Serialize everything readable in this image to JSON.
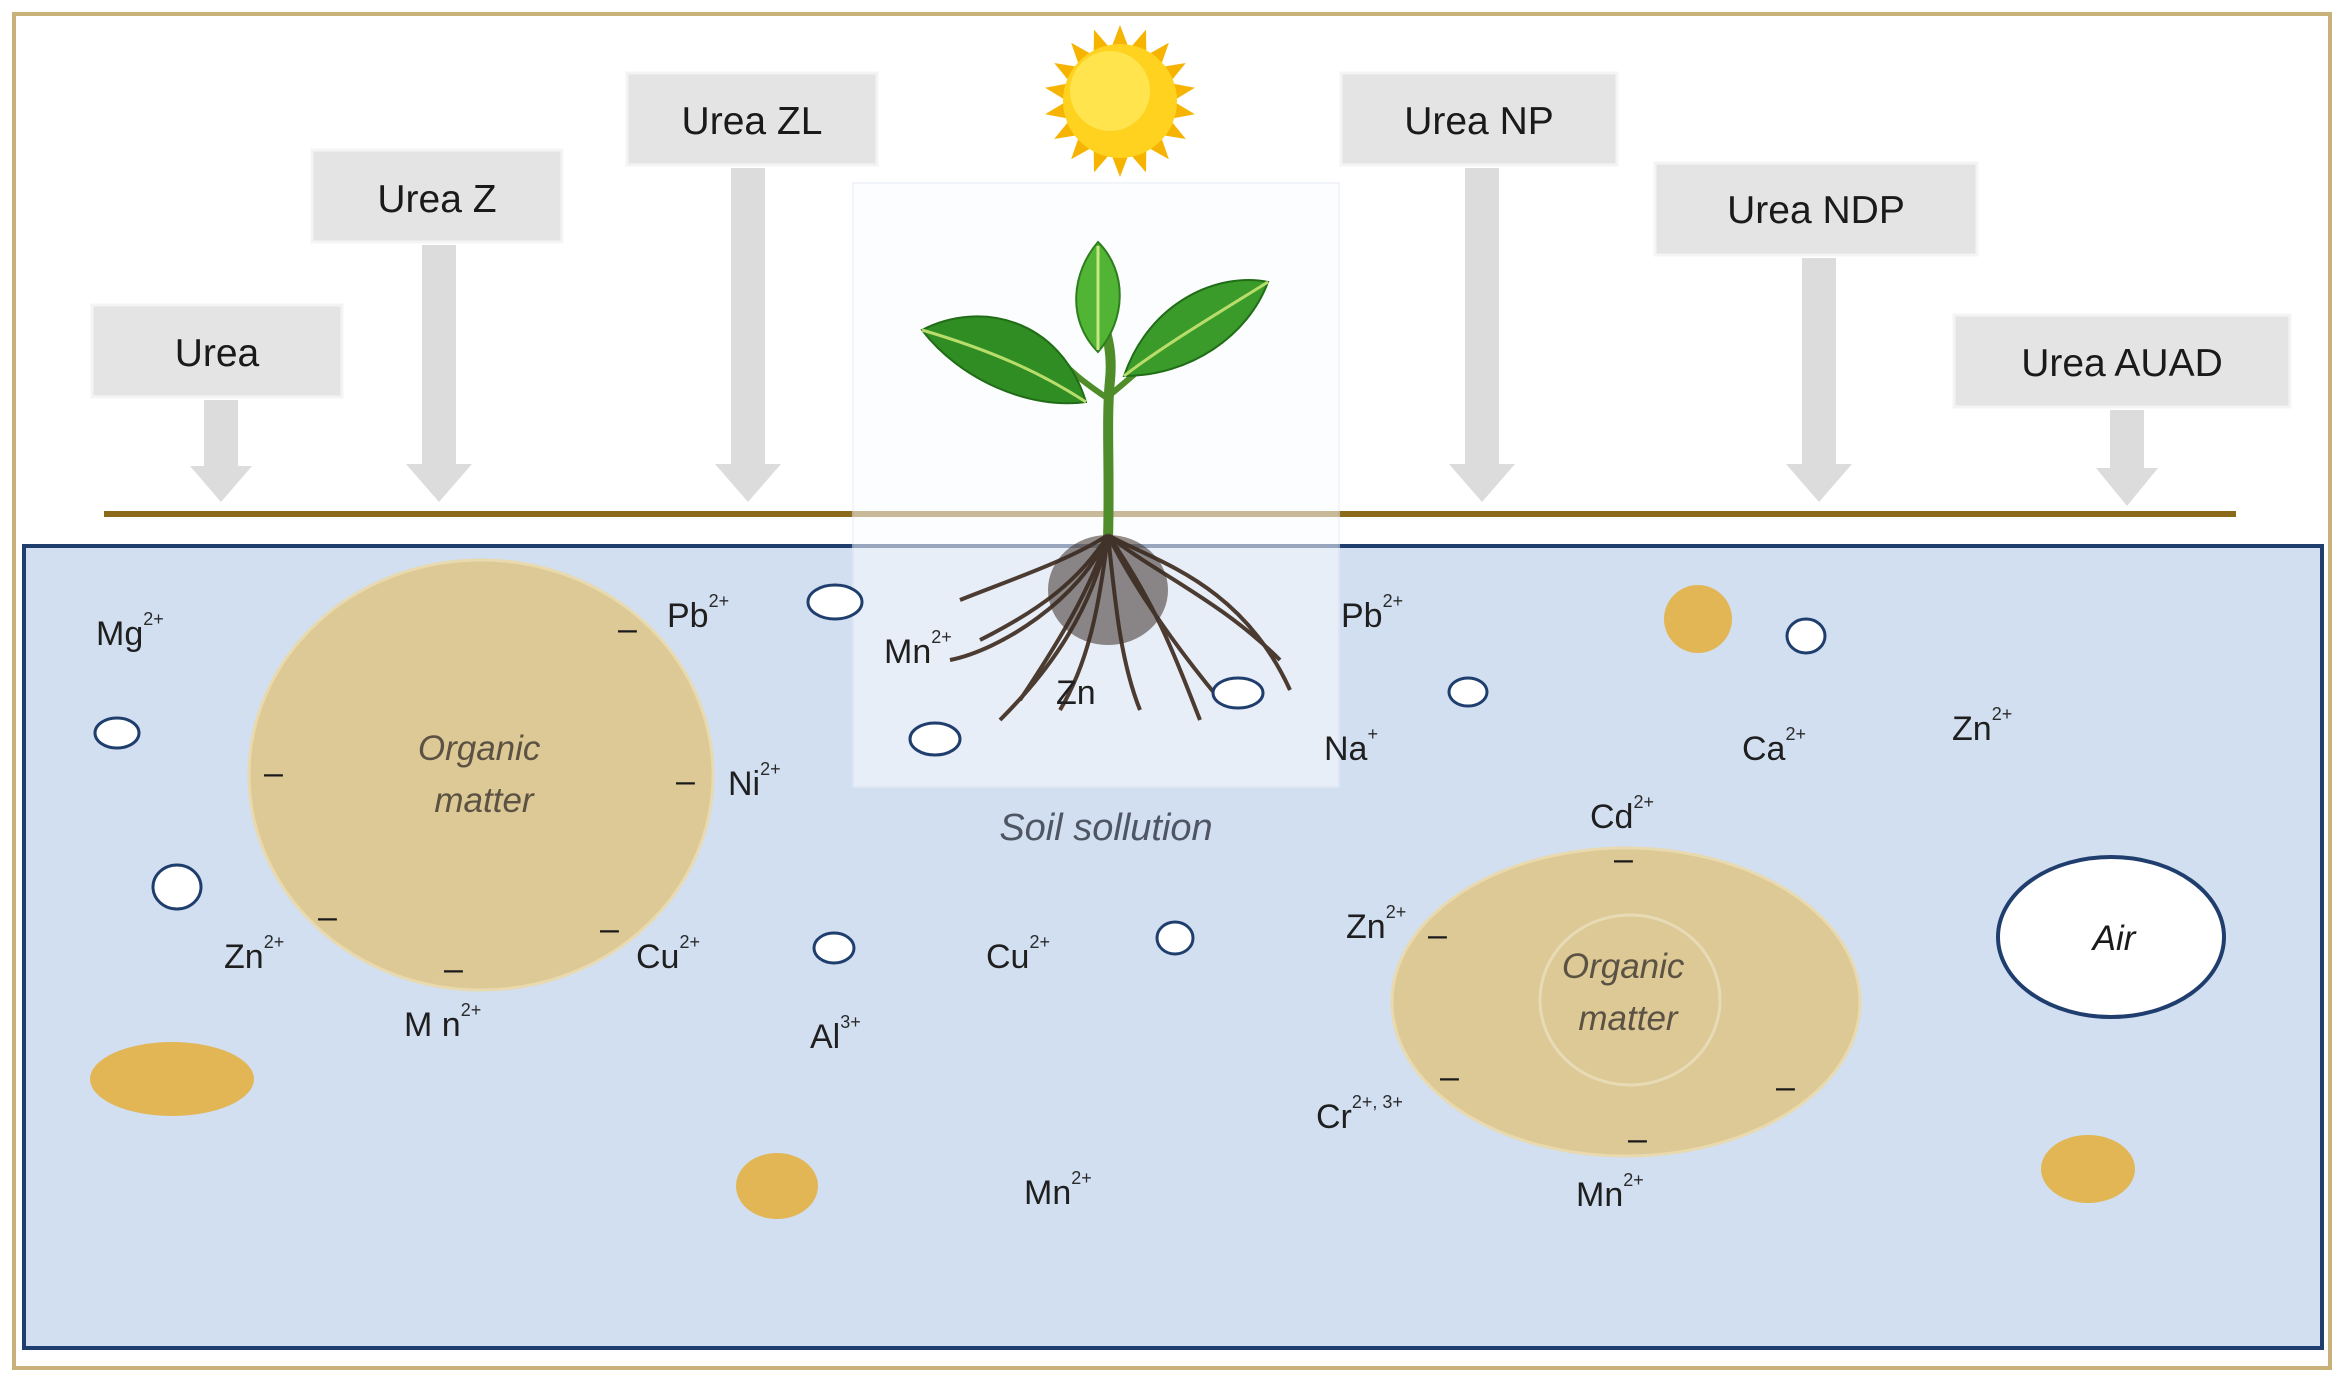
{
  "fertilizers": [
    {
      "label": "Urea"
    },
    {
      "label": "Urea Z"
    },
    {
      "label": "Urea ZL"
    },
    {
      "label": "Urea NP"
    },
    {
      "label": "Urea NDP"
    },
    {
      "label": "Urea AUAD"
    }
  ],
  "soil": {
    "label": "Soil sollution",
    "organic_matter_1": "Organic\nmatter",
    "organic_matter_2": "Organic\nmatter",
    "air": "Air"
  },
  "ions": [
    {
      "sym": "Mg",
      "charge": "2+"
    },
    {
      "sym": "Pb",
      "charge": "2+"
    },
    {
      "sym": "Mn",
      "charge": "2+"
    },
    {
      "sym": "Zn",
      "charge": ""
    },
    {
      "sym": "Pb",
      "charge": "2+"
    },
    {
      "sym": "Ni",
      "charge": "2+"
    },
    {
      "sym": "Na",
      "charge": "+"
    },
    {
      "sym": "Ca",
      "charge": "2+"
    },
    {
      "sym": "Zn",
      "charge": "2+"
    },
    {
      "sym": "Cd",
      "charge": "2+"
    },
    {
      "sym": "Zn",
      "charge": "2+"
    },
    {
      "sym": "Cu",
      "charge": "2+"
    },
    {
      "sym": "Cu",
      "charge": "2+"
    },
    {
      "sym": "Zn",
      "charge": "2+"
    },
    {
      "sym": "M n",
      "charge": "2+"
    },
    {
      "sym": "Al",
      "charge": "3+"
    },
    {
      "sym": "Cr",
      "charge": "2+, 3+"
    },
    {
      "sym": "Mn",
      "charge": "2+"
    },
    {
      "sym": "Mn",
      "charge": "2+"
    }
  ],
  "colors": {
    "soil_fill": "#d2dff0",
    "soil_border": "#1f3e6e",
    "organic_fill": "#dcc996",
    "particle_gold": "#e2b654",
    "ground_line": "#8b6a1a",
    "fert_box": "#e4e4e4",
    "frame": "#c9b27a"
  },
  "icons": {
    "sun": "sun-icon",
    "plant": "seedling-with-roots-icon"
  }
}
